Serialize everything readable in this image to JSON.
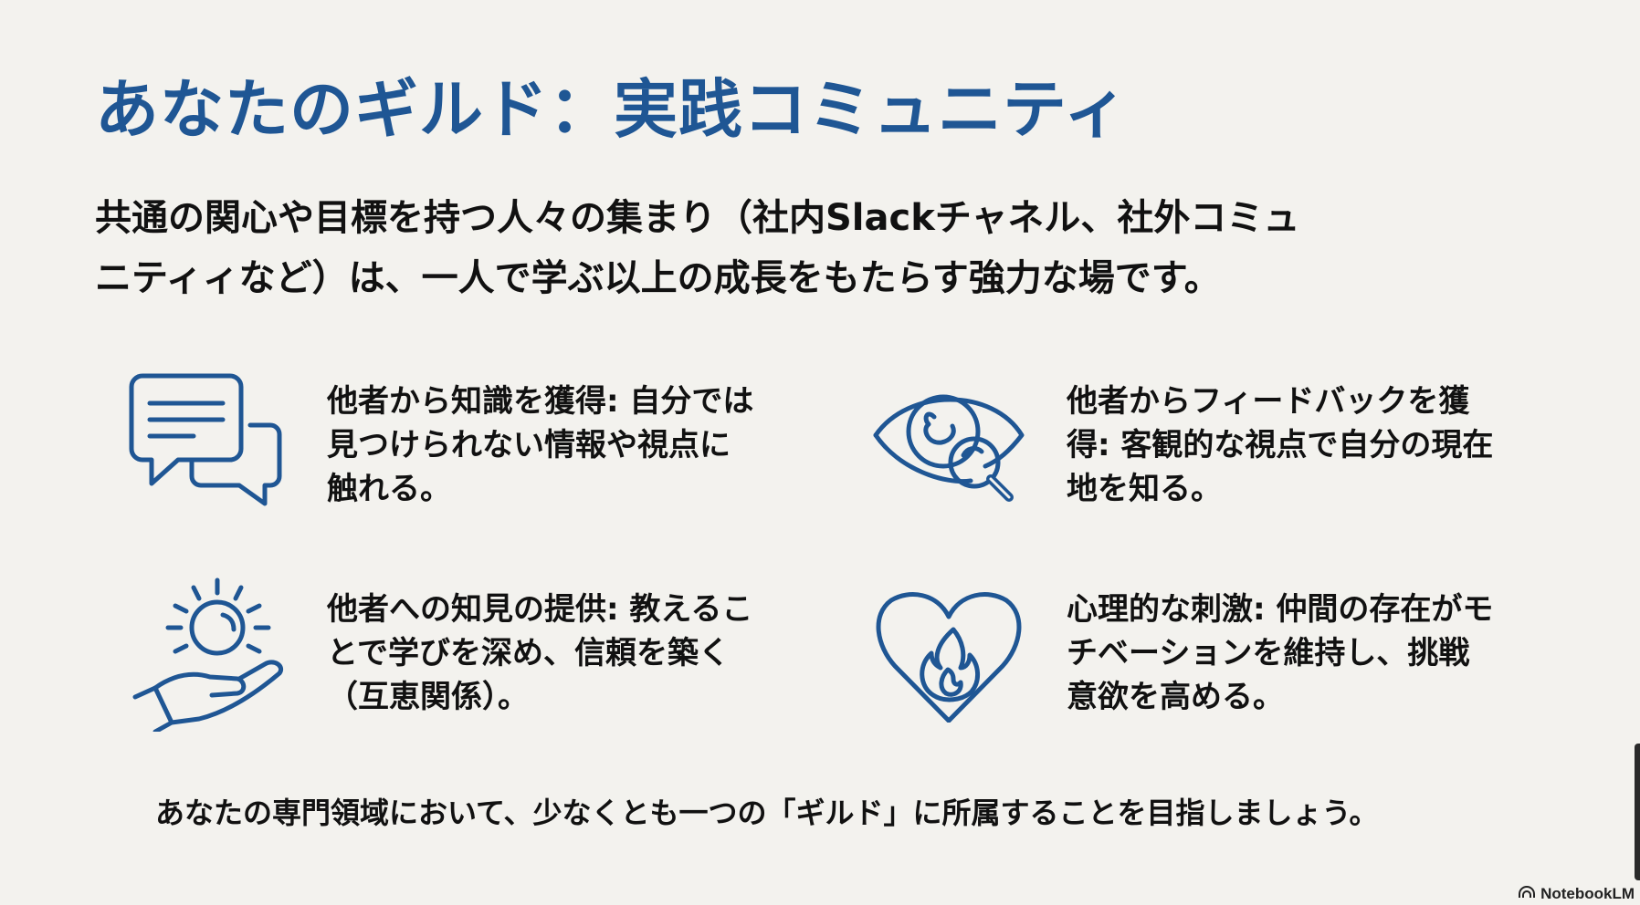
{
  "slide": {
    "title": "あなたのギルド：実践コミュニティ",
    "lead_lines": [
      "共通の関心や目標を持つ人々の集まり（社内Slackチャネル、社外コミュ",
      "ニティィなど）は、一人で学ぶ以上の成長をもたらす強力な場です。"
    ],
    "cards": [
      {
        "icon": "chat-bubbles-icon",
        "lines": [
          "他者から知識を獲得: 自分では",
          "見つけられない情報や視点に",
          "触れる。"
        ]
      },
      {
        "icon": "eye-magnifier-icon",
        "lines": [
          "他者からフィードバックを獲",
          "得: 客観的な視点で自分の現在",
          "地を知る。"
        ]
      },
      {
        "icon": "hand-light-icon",
        "lines": [
          "他者への知見の提供: 教えるこ",
          "とで学びを深め、信頼を築く",
          "（互恵関係）。"
        ]
      },
      {
        "icon": "heart-flame-icon",
        "lines": [
          "心理的な刺激: 仲間の存在がモ",
          "チベーションを維持し、挑戦",
          "意欲を高める。"
        ]
      }
    ],
    "footer_note": "あなたの専門領域において、少なくとも一つの「ギルド」に所属することを目指しましょう。",
    "brand": "NotebookLM",
    "colors": {
      "title": "#1f5694",
      "icon": "#1f5694",
      "background": "#f3f2ee",
      "text": "#111111"
    }
  }
}
